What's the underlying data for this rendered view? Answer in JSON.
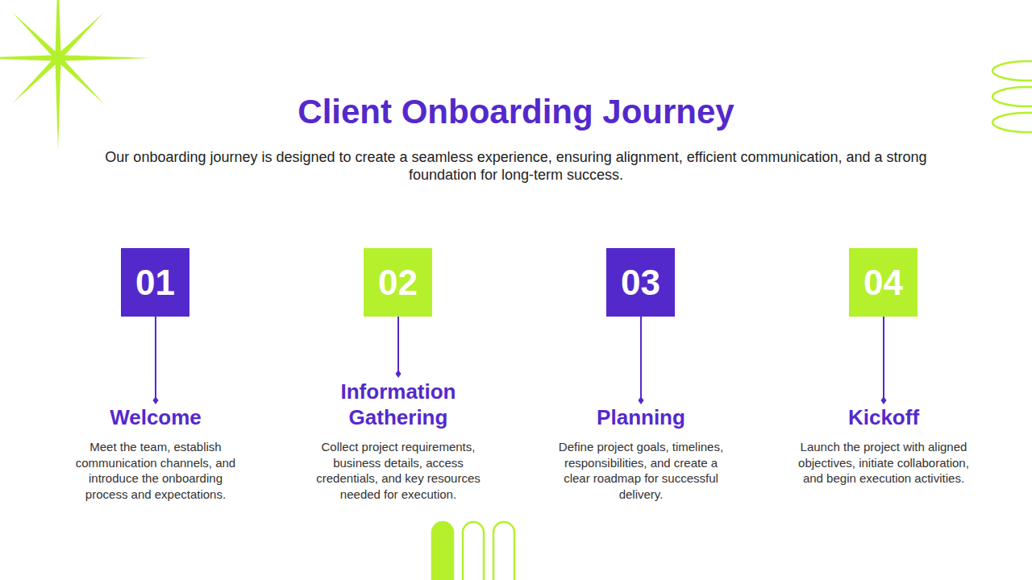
{
  "diagram": {
    "title": "Client Onboarding Journey",
    "caption": "Our onboarding journey is designed to create a seamless experience, ensuring alignment, efficient communication, and a strong foundation for long-term success.",
    "nodes": [
      {
        "text": [
          "01"
        ]
      },
      {
        "text": [
          "02"
        ]
      },
      {
        "text": [
          "03"
        ]
      },
      {
        "text": [
          "04"
        ]
      }
    ],
    "labels": [
      "Welcome",
      "Meet the team, establish communication channels, and introduce the onboarding process and expectations.",
      "Information Gathering",
      "Collect project requirements, business details, access credentials, and key resources needed for execution.",
      "Planning",
      "Define project goals, timelines, responsibilities, and create a clear roadmap for successful delivery.",
      "Kickoff",
      "Launch the project with aligned objectives, initiate collaboration, and begin execution activities."
    ]
  }
}
